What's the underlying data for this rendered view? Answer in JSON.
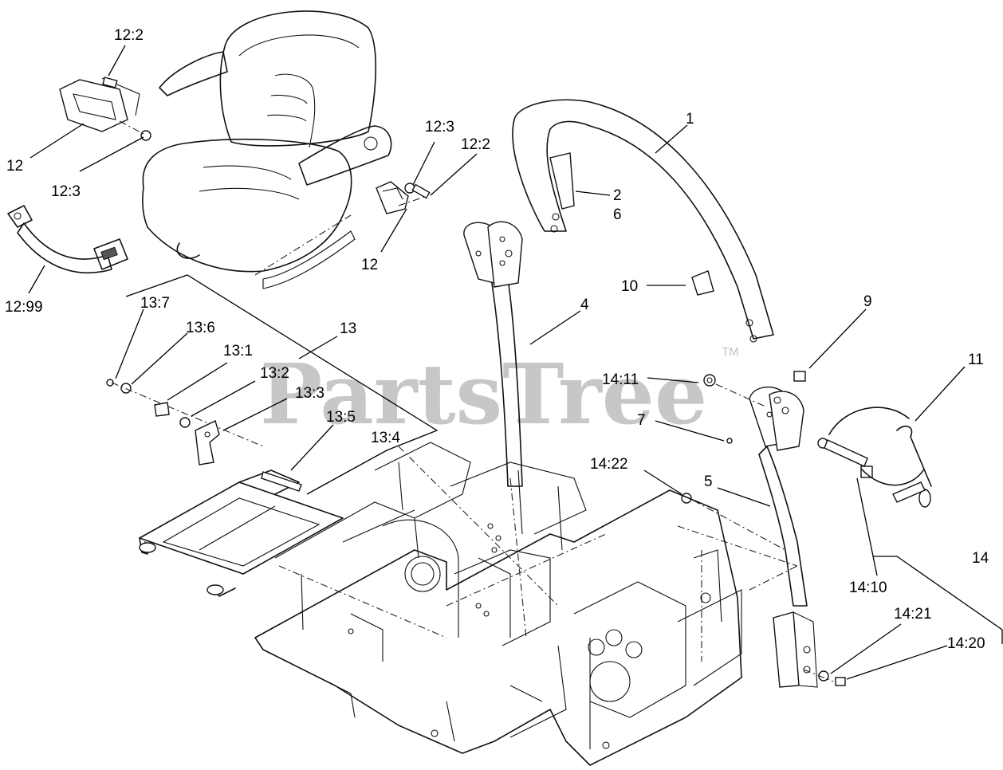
{
  "watermark": {
    "text": "PartsTree",
    "trademark": "TM"
  },
  "callouts": [
    {
      "id": "c-12-2-a",
      "label": "12:2"
    },
    {
      "id": "c-12-a",
      "label": "12"
    },
    {
      "id": "c-12-3-a",
      "label": "12:3"
    },
    {
      "id": "c-12-99",
      "label": "12:99"
    },
    {
      "id": "c-12-3-b",
      "label": "12:3"
    },
    {
      "id": "c-12-2-b",
      "label": "12:2"
    },
    {
      "id": "c-12-b",
      "label": "12"
    },
    {
      "id": "c-1",
      "label": "1"
    },
    {
      "id": "c-2",
      "label": "2"
    },
    {
      "id": "c-6",
      "label": "6"
    },
    {
      "id": "c-10",
      "label": "10"
    },
    {
      "id": "c-4",
      "label": "4"
    },
    {
      "id": "c-9",
      "label": "9"
    },
    {
      "id": "c-11",
      "label": "11"
    },
    {
      "id": "c-14-11",
      "label": "14:11"
    },
    {
      "id": "c-7",
      "label": "7"
    },
    {
      "id": "c-14-22",
      "label": "14:22"
    },
    {
      "id": "c-5",
      "label": "5"
    },
    {
      "id": "c-14-10",
      "label": "14:10"
    },
    {
      "id": "c-14",
      "label": "14"
    },
    {
      "id": "c-14-21",
      "label": "14:21"
    },
    {
      "id": "c-14-20",
      "label": "14:20"
    },
    {
      "id": "c-13-7",
      "label": "13:7"
    },
    {
      "id": "c-13-6",
      "label": "13:6"
    },
    {
      "id": "c-13",
      "label": "13"
    },
    {
      "id": "c-13-1",
      "label": "13:1"
    },
    {
      "id": "c-13-2",
      "label": "13:2"
    },
    {
      "id": "c-13-3",
      "label": "13:3"
    },
    {
      "id": "c-13-5",
      "label": "13:5"
    },
    {
      "id": "c-13-4",
      "label": "13:4"
    }
  ]
}
